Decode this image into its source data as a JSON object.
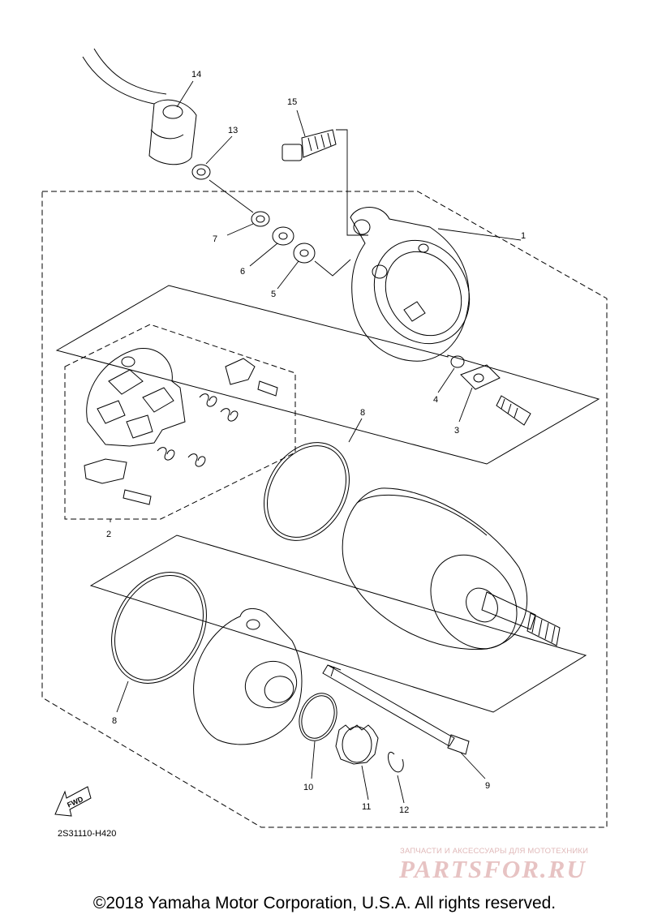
{
  "diagram_code": "2S31110-H420",
  "fwd_label": "FWD",
  "callouts": [
    "14",
    "15",
    "13",
    "1",
    "7",
    "6",
    "5",
    "4",
    "3",
    "8",
    "2",
    "8",
    "9",
    "10",
    "11",
    "12"
  ],
  "copyright": "©2018 Yamaha Motor Corporation, U.S.A. All rights reserved.",
  "watermark": {
    "tagline": "ЗАПЧАСТИ И АКСЕССУАРЫ ДЛЯ МОТОТЕХНИКИ",
    "logo": "PARTSFOR.RU"
  }
}
